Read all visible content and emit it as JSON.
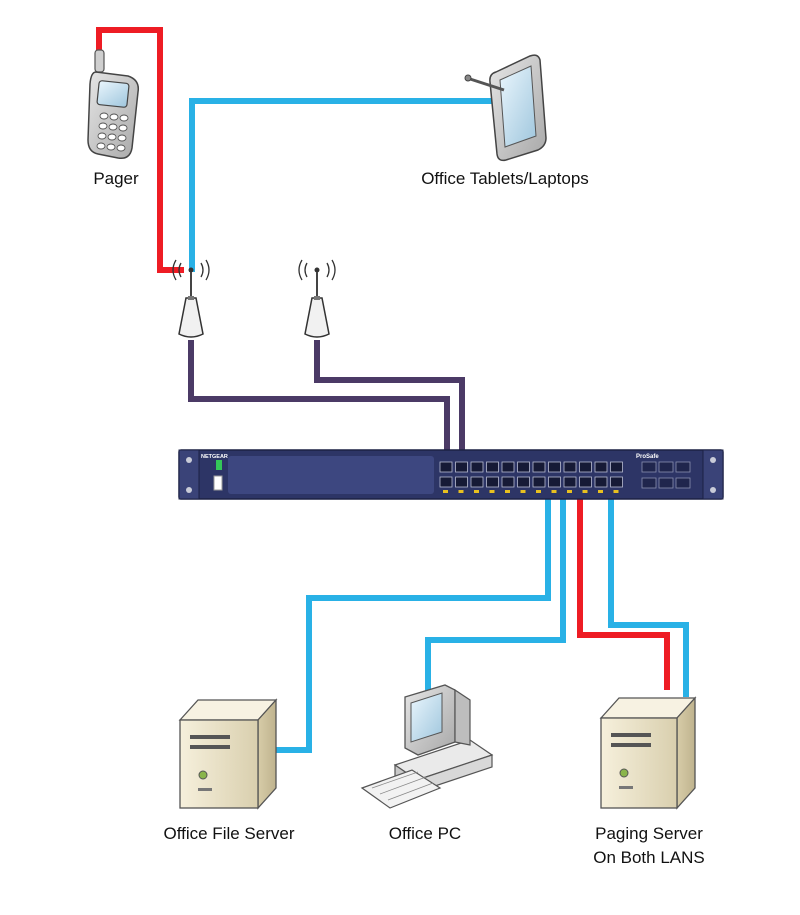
{
  "labels": {
    "pager": "Pager",
    "tablets": "Office Tablets/Laptops",
    "file_server": "Office File Server",
    "office_pc": "Office PC",
    "paging_server_line1": "Paging Server",
    "paging_server_line2": "On Both LANS"
  },
  "switch": {
    "brand": "NETGEAR",
    "product": "ProSafe"
  },
  "colors": {
    "lan_blue": "#29b1e6",
    "paging_red": "#ee1c24",
    "uplink_purple": "#4b3a66",
    "switch_body": "#2d3566",
    "server_beige": "#efe7cf"
  }
}
